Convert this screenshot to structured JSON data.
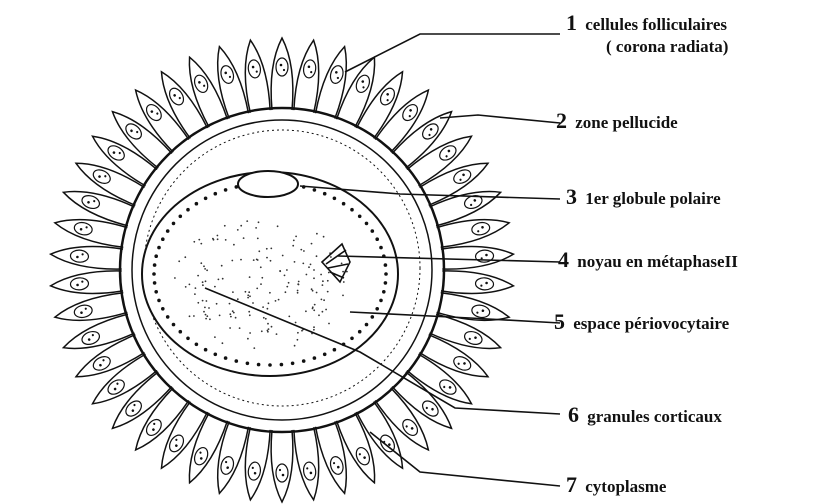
{
  "labels": [
    {
      "num": "1",
      "text": "cellules folliculaires",
      "sub": "( corona radiata)"
    },
    {
      "num": "2",
      "text": "zone pellucide"
    },
    {
      "num": "3",
      "text": "1er globule polaire"
    },
    {
      "num": "4",
      "text": "noyau en métaphaseII"
    },
    {
      "num": "5",
      "text": "espace périovocytaire"
    },
    {
      "num": "6",
      "text": "granules corticaux"
    },
    {
      "num": "7",
      "text": "cytoplasme"
    }
  ],
  "colors": {
    "ink": "#111111",
    "background": "#ffffff"
  }
}
